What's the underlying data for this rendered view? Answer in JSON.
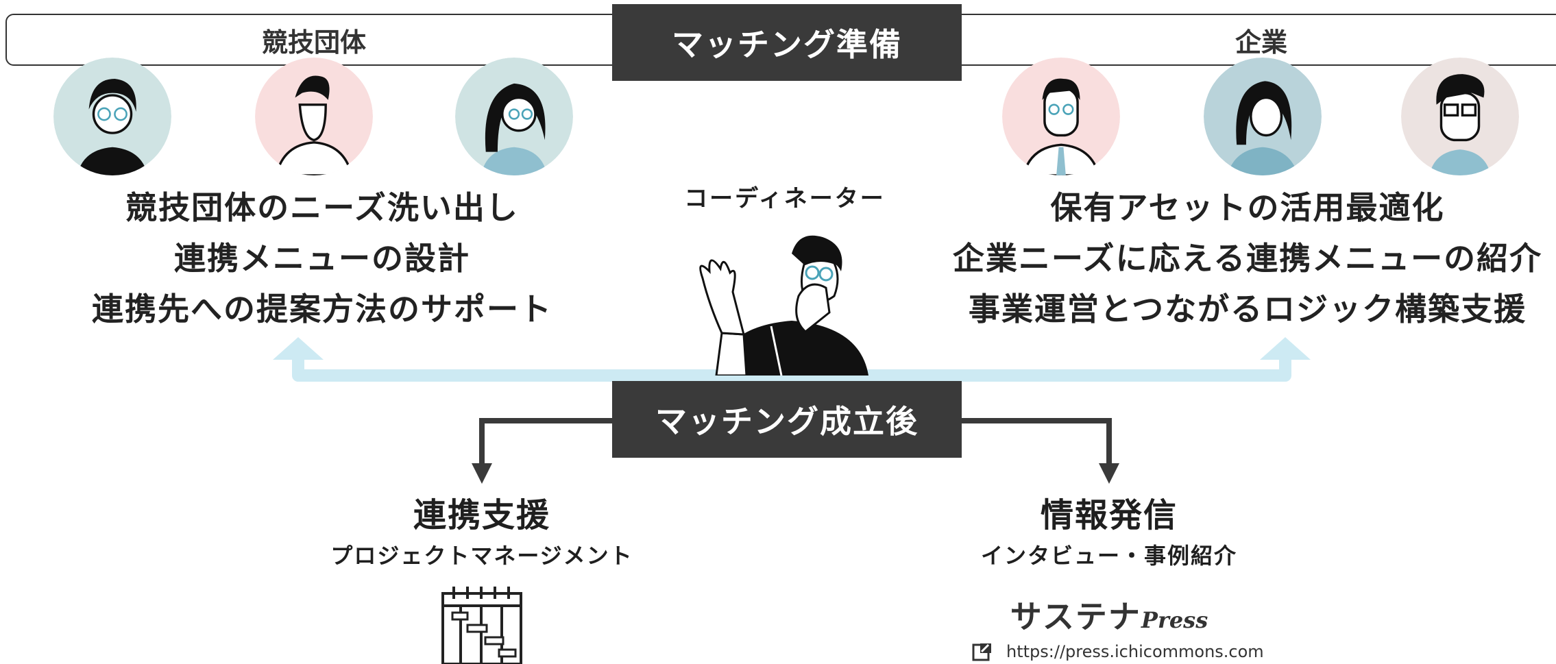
{
  "header": {
    "left_label": "競技団体",
    "right_label": "企業",
    "center_banner": "マッチング準備"
  },
  "left": {
    "lines": [
      "競技団体のニーズ洗い出し",
      "連携メニューの設計",
      "連携先への提案方法のサポート"
    ]
  },
  "coordinator": {
    "label": "コーディネーター"
  },
  "right": {
    "lines": [
      "保有アセットの活用最適化",
      "企業ニーズに応える連携メニューの紹介",
      "事業運営とつながるロジック構築支援"
    ]
  },
  "after": {
    "banner": "マッチング成立後",
    "support": {
      "title": "連携支援",
      "desc": "プロジェクトマネージメント"
    },
    "media": {
      "title": "情報発信",
      "desc": "インタビュー・事例紹介",
      "logo_main": "サステナ",
      "logo_sub": "Press",
      "url": "https://press.ichicommons.com"
    }
  },
  "colors": {
    "dark": "#3a3a3a",
    "arrow_light": "#cdeaf3",
    "avatar_teal": "#cfe3e3",
    "avatar_pink": "#f9dede",
    "avatar_blue": "#b9d3da",
    "avatar_grey": "#ece3e1"
  }
}
